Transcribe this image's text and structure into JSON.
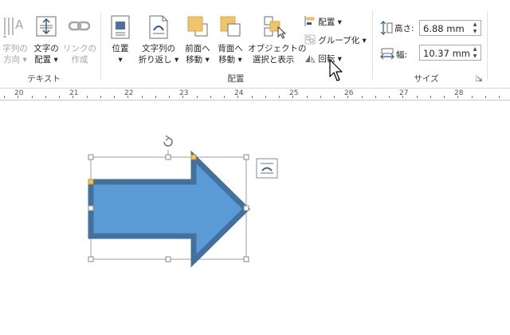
{
  "ribbon": {
    "text_group": {
      "label": "テキスト",
      "text_direction": {
        "label1": "字列の",
        "label2": "方向 ▾"
      },
      "align_text": {
        "label1": "文字の",
        "label2": "配置 ▾"
      },
      "create_link": {
        "label1": "リンクの",
        "label2": "作成"
      }
    },
    "arrange_group": {
      "label": "配置",
      "position": {
        "label1": "位置",
        "label2": "▾"
      },
      "wrap_text": {
        "label1": "文字列の",
        "label2": "折り返し ▾"
      },
      "bring_forward": {
        "label1": "前面へ",
        "label2": "移動 ▾"
      },
      "send_backward": {
        "label1": "背面へ",
        "label2": "移動 ▾"
      },
      "selection_pane": {
        "label1": "オブジェクトの",
        "label2": "選択と表示"
      },
      "align": "配置 ▾",
      "group": "グループ化 ▾",
      "rotate": "回転 ▾"
    },
    "size_group": {
      "label": "サイズ",
      "height_label": "高さ:",
      "height_value": "6.88 mm",
      "width_label": "幅:",
      "width_value": "10.37 mm"
    }
  },
  "ruler": {
    "numbers": [
      "20",
      "21",
      "22",
      "23",
      "24",
      "25",
      "26",
      "27",
      "28"
    ]
  },
  "colors": {
    "arrow_fill": "#5b9bd5",
    "arrow_stroke": "#41719c",
    "accent": "#2b579a"
  }
}
